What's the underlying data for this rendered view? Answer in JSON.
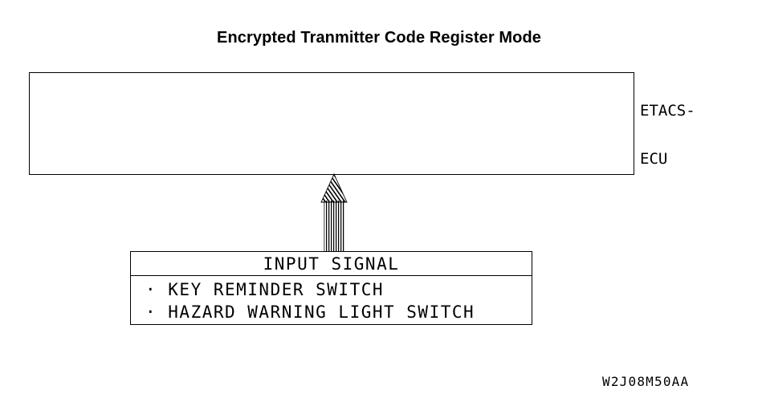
{
  "title": "Encrypted Tranmitter Code Register Mode",
  "ecu": {
    "label_line1": "ETACS-",
    "label_line2": "ECU"
  },
  "arrow": {
    "icon": "up-arrow-hatched-icon",
    "direction": "up",
    "meaning": "input signal to ETACS-ECU"
  },
  "input_signal": {
    "header": "INPUT SIGNAL",
    "items": [
      "· KEY REMINDER SWITCH",
      "· HAZARD WARNING LIGHT SWITCH"
    ]
  },
  "drawing_code": "W2J08M50AA",
  "colors": {
    "line": "#000000",
    "background": "#ffffff",
    "text": "#000000"
  }
}
